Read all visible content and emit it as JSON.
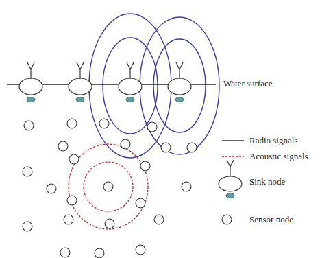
{
  "diagram": {
    "labels": [
      "Water surface"
    ],
    "legend": [
      {
        "text": "Radio signals"
      },
      {
        "text": "Acoustic signals"
      },
      {
        "text": "Sink node"
      },
      {
        "text": "Sensor node"
      }
    ]
  }
}
